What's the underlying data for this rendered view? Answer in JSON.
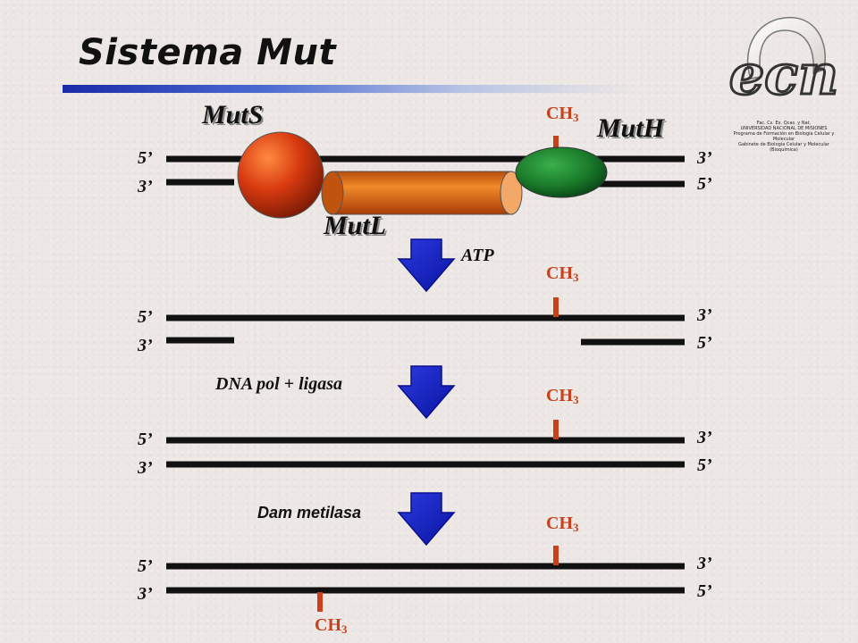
{
  "title": "Sistema Mut",
  "proteins": {
    "muts": "MutS",
    "mutl": "MutL",
    "muth": "MutH"
  },
  "strand_ends": {
    "top_left": "5’",
    "bottom_left": "3’",
    "top_right": "3’",
    "bottom_right": "5’"
  },
  "methyl_label": "CH",
  "methyl_sub": "3",
  "steps": {
    "atp": "ATP",
    "dna_pol": "DNA pol + ligasa",
    "dam": "Dam metilasa"
  },
  "logo": {
    "line1": "Fac. Cs. Ex. Qcas. y Nat.",
    "line2": "UNIVERSIDAD NACIONAL DE MISIONES",
    "line3": "Programa de Formación en Biología Celular y Molecular",
    "line4": "Gabinete de Biología Celular y Molecular (Bioquímica)"
  },
  "colors": {
    "methyl": "#c8401c",
    "arrow": "#1020c8",
    "muts": "#d83a10",
    "mutl": "#e06a10",
    "muth": "#1a7a2a"
  }
}
